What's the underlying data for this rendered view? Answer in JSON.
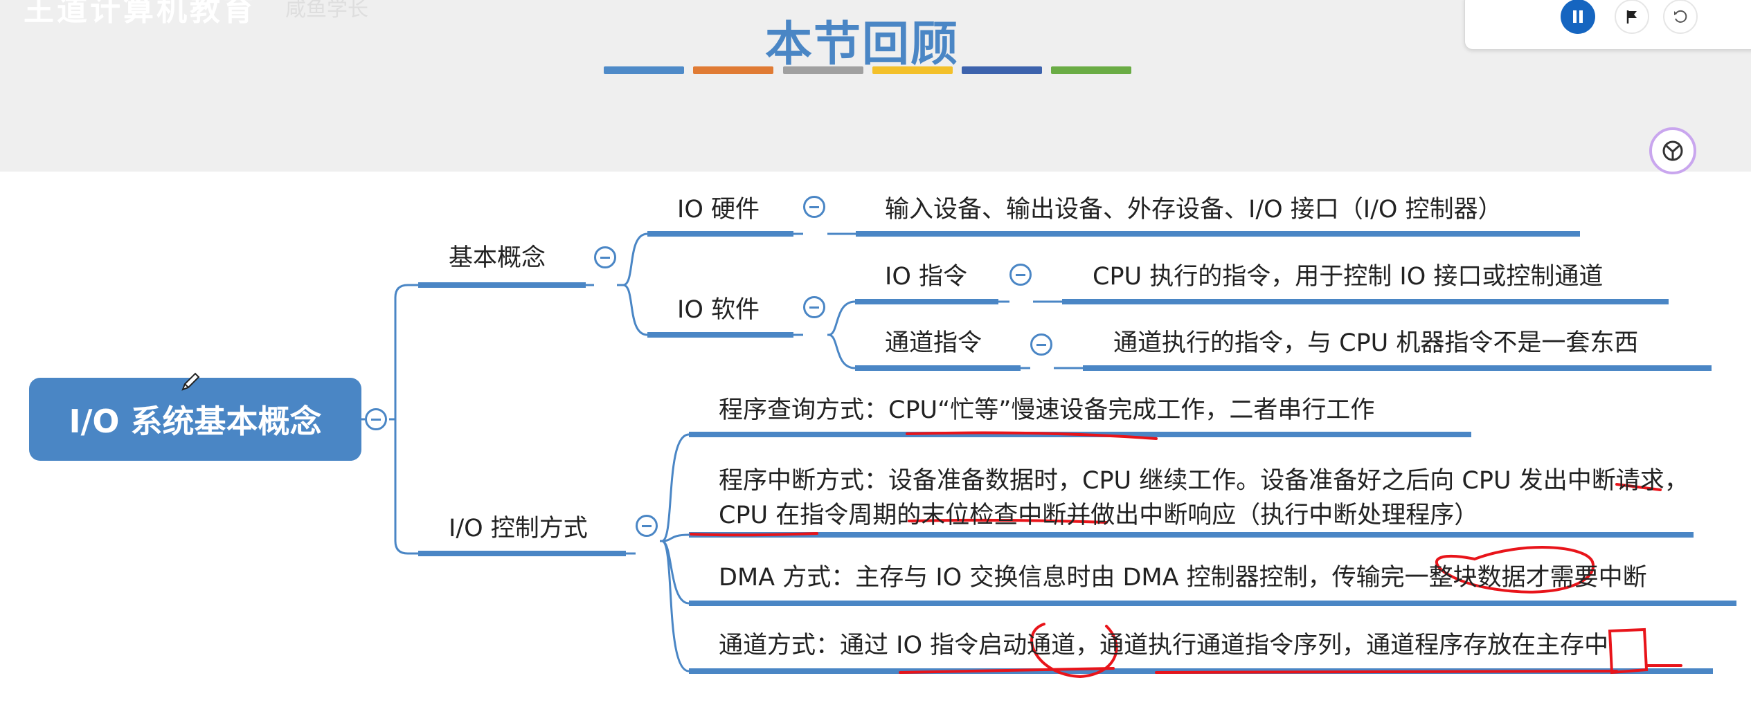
{
  "slide": {
    "brand": "王道计算机教育",
    "brand_sub": "咸鱼学长",
    "title": "本节回顾",
    "palette": [
      "#4e8ac8",
      "#e07b34",
      "#a0a0a0",
      "#f3c02a",
      "#3d63ad",
      "#6aac45"
    ]
  },
  "player": {
    "pause_icon": "pause-icon",
    "flag_icon": "flag-icon",
    "reset_icon": "reset-icon"
  },
  "mindmap": {
    "root": "I/O 系统基本概念",
    "basic": {
      "label": "基本概念",
      "hardware": {
        "label": "IO 硬件",
        "detail": "输入设备、输出设备、外存设备、I/O 接口（I/O 控制器）"
      },
      "software": {
        "label": "IO 软件",
        "io_instruction": {
          "label": "IO 指令",
          "detail": "CPU 执行的指令，用于控制 IO 接口或控制通道"
        },
        "channel_instruction": {
          "label": "通道指令",
          "detail": "通道执行的指令，与 CPU 机器指令不是一套东西"
        }
      }
    },
    "control": {
      "label": "I/O 控制方式",
      "polling": "程序查询方式：CPU“忙等”慢速设备完成工作，二者串行工作",
      "interrupt": "程序中断方式：设备准备数据时，CPU 继续工作。设备准备好之后向 CPU 发出中断请求，CPU 在指令周期的末位检查中断并做出中断响应（执行中断处理程序）",
      "dma": "DMA 方式：主存与 IO 交换信息时由 DMA 控制器控制，传输完一整块数据才需要中断",
      "channel": "通道方式：通过 IO 指令启动通道，通道执行通道指令序列，通道程序存放在主存中"
    }
  }
}
